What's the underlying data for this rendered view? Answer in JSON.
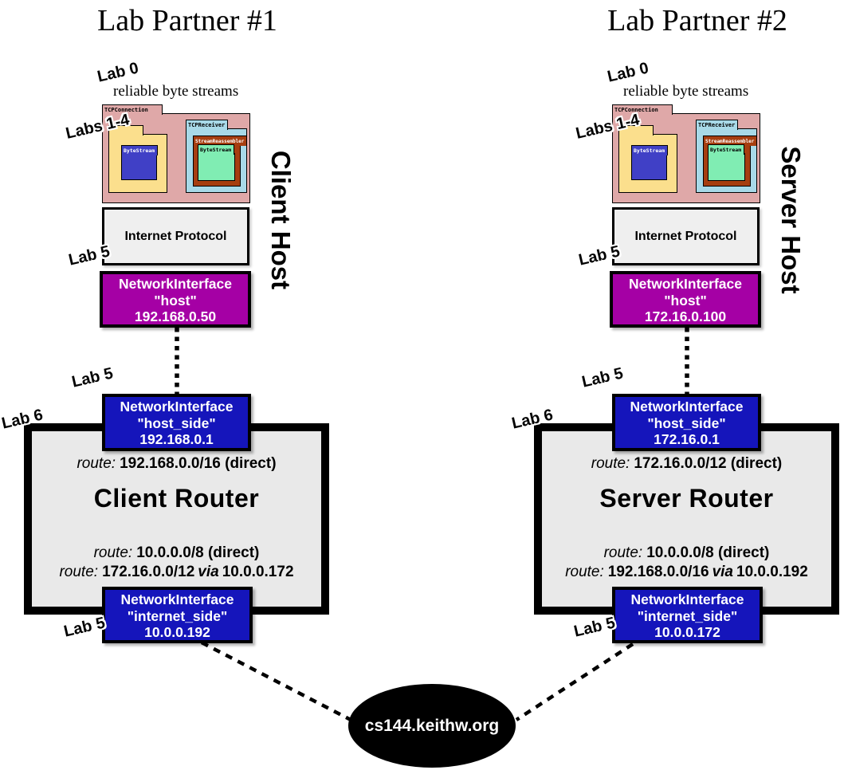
{
  "colors": {
    "magenta_interface": "#a500a5",
    "blue_interface": "#1515bb",
    "router_fill": "#e9e9e9",
    "ip_fill": "#efefef",
    "tcpconnection_pink": "#dfa8a8",
    "sender_yellow": "#fbdf8d",
    "bytestream_blue": "#4040c6",
    "receiver_lightblue": "#a8d9e8",
    "reassembler_brown": "#a63e10",
    "bytestream_green": "#80edb3",
    "cloud_black": "#000000"
  },
  "internet_cloud": {
    "label": "cs144.keithw.org"
  },
  "columns": [
    {
      "title": "Lab Partner #1",
      "lab0": "Lab 0",
      "byte_streams_caption": "reliable byte streams",
      "labs14": "Labs 1-4",
      "host_title": "Client Host",
      "tcp": {
        "connection": "TCPConnection",
        "sender_bytestream": "ByteStream",
        "receiver": "TCPReceiver",
        "reassembler": "StreamReassembler",
        "receiver_bytestream": "ByteStream"
      },
      "ip_box": "Internet Protocol",
      "lab5_host": "Lab 5",
      "host_interface": {
        "name": "NetworkInterface",
        "iface": "\"host\"",
        "ip": "192.168.0.50"
      },
      "lab5_hostside": "Lab 5",
      "lab6": "Lab 6",
      "hostside_interface": {
        "name": "NetworkInterface",
        "iface": "\"host_side\"",
        "ip": "192.168.0.1"
      },
      "router": {
        "name": "Client Router",
        "route_top": {
          "label": "route:",
          "value": "192.168.0.0/16 (direct)"
        },
        "routes_bottom": [
          {
            "label": "route:",
            "value": "10.0.0.0/8 (direct)",
            "via": "",
            "gateway": ""
          },
          {
            "label": "route:",
            "value": "172.16.0.0/12",
            "via": "via",
            "gateway": "10.0.0.172"
          }
        ]
      },
      "internetside_interface": {
        "name": "NetworkInterface",
        "iface": "\"internet_side\"",
        "ip": "10.0.0.192"
      },
      "lab5_internetside": "Lab 5"
    },
    {
      "title": "Lab Partner #2",
      "lab0": "Lab 0",
      "byte_streams_caption": "reliable byte streams",
      "labs14": "Labs 1-4",
      "host_title": "Server Host",
      "tcp": {
        "connection": "TCPConnection",
        "sender_bytestream": "ByteStream",
        "receiver": "TCPReceiver",
        "reassembler": "StreamReassembler",
        "receiver_bytestream": "ByteStream"
      },
      "ip_box": "Internet Protocol",
      "lab5_host": "Lab 5",
      "host_interface": {
        "name": "NetworkInterface",
        "iface": "\"host\"",
        "ip": "172.16.0.100"
      },
      "lab5_hostside": "Lab 5",
      "lab6": "Lab 6",
      "hostside_interface": {
        "name": "NetworkInterface",
        "iface": "\"host_side\"",
        "ip": "172.16.0.1"
      },
      "router": {
        "name": "Server Router",
        "route_top": {
          "label": "route:",
          "value": "172.16.0.0/12 (direct)"
        },
        "routes_bottom": [
          {
            "label": "route:",
            "value": "10.0.0.0/8 (direct)",
            "via": "",
            "gateway": ""
          },
          {
            "label": "route:",
            "value": "192.168.0.0/16",
            "via": "via",
            "gateway": "10.0.0.192"
          }
        ]
      },
      "internetside_interface": {
        "name": "NetworkInterface",
        "iface": "\"internet_side\"",
        "ip": "10.0.0.172"
      },
      "lab5_internetside": "Lab 5"
    }
  ]
}
